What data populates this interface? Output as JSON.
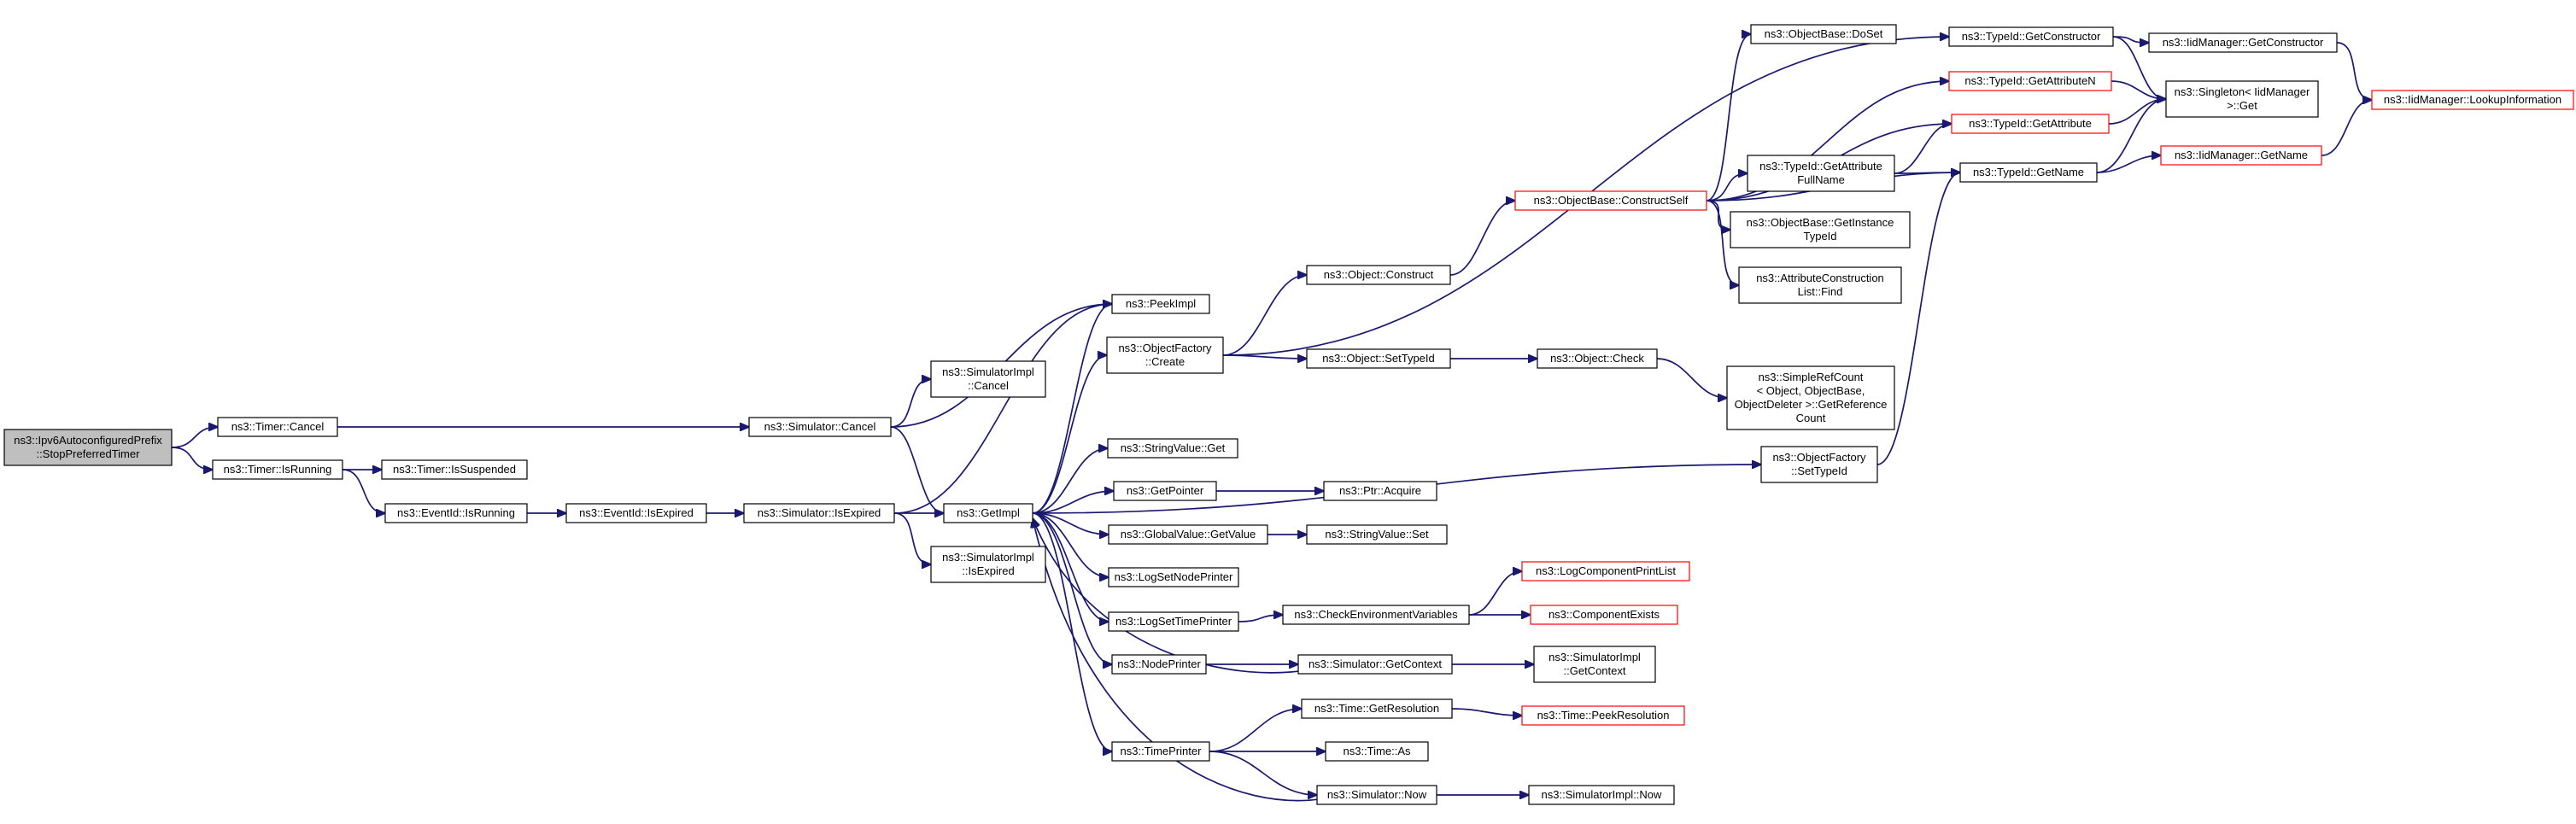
{
  "colors": {
    "edge": "#191970",
    "border_normal": "#000000",
    "border_truncated": "#ff0000",
    "fill_root": "#bfbfbf",
    "fill_node": "#ffffff"
  },
  "nodes": [
    {
      "id": "root",
      "lines": [
        "ns3::Ipv6AutoconfiguredPrefix",
        "::StopPreferredTimer"
      ],
      "kind": "root"
    },
    {
      "id": "timer_cancel",
      "lines": [
        "ns3::Timer::Cancel"
      ]
    },
    {
      "id": "timer_isrunning",
      "lines": [
        "ns3::Timer::IsRunning"
      ]
    },
    {
      "id": "timer_issuspended",
      "lines": [
        "ns3::Timer::IsSuspended"
      ]
    },
    {
      "id": "eventid_isrunning",
      "lines": [
        "ns3::EventId::IsRunning"
      ]
    },
    {
      "id": "eventid_isexpired",
      "lines": [
        "ns3::EventId::IsExpired"
      ]
    },
    {
      "id": "sim_cancel",
      "lines": [
        "ns3::Simulator::Cancel"
      ]
    },
    {
      "id": "sim_isexpired",
      "lines": [
        "ns3::Simulator::IsExpired"
      ]
    },
    {
      "id": "simimpl_cancel",
      "lines": [
        "ns3::SimulatorImpl",
        "::Cancel"
      ]
    },
    {
      "id": "simimpl_isexpired",
      "lines": [
        "ns3::SimulatorImpl",
        "::IsExpired"
      ]
    },
    {
      "id": "getimpl",
      "lines": [
        "ns3::GetImpl"
      ]
    },
    {
      "id": "peekimpl",
      "lines": [
        "ns3::PeekImpl"
      ]
    },
    {
      "id": "objfactory_create",
      "lines": [
        "ns3::ObjectFactory",
        "::Create"
      ]
    },
    {
      "id": "stringvalue_get",
      "lines": [
        "ns3::StringValue::Get"
      ]
    },
    {
      "id": "getpointer",
      "lines": [
        "ns3::GetPointer"
      ]
    },
    {
      "id": "globalvalue_getvalue",
      "lines": [
        "ns3::GlobalValue::GetValue"
      ]
    },
    {
      "id": "logsetnodeprinter",
      "lines": [
        "ns3::LogSetNodePrinter"
      ]
    },
    {
      "id": "logsettimeprinter",
      "lines": [
        "ns3::LogSetTimePrinter"
      ]
    },
    {
      "id": "nodeprinter",
      "lines": [
        "ns3::NodePrinter"
      ]
    },
    {
      "id": "timeprinter",
      "lines": [
        "ns3::TimePrinter"
      ]
    },
    {
      "id": "object_construct",
      "lines": [
        "ns3::Object::Construct"
      ]
    },
    {
      "id": "object_settypeid",
      "lines": [
        "ns3::Object::SetTypeId"
      ]
    },
    {
      "id": "object_check",
      "lines": [
        "ns3::Object::Check"
      ]
    },
    {
      "id": "objectbase_constructself",
      "lines": [
        "ns3::ObjectBase::ConstructSelf"
      ],
      "kind": "truncated"
    },
    {
      "id": "objectbase_doset",
      "lines": [
        "ns3::ObjectBase::DoSet"
      ]
    },
    {
      "id": "typeid_getattributefullname",
      "lines": [
        "ns3::TypeId::GetAttribute",
        "FullName"
      ]
    },
    {
      "id": "objectbase_getinstancetypeid",
      "lines": [
        "ns3::ObjectBase::GetInstance",
        "TypeId"
      ]
    },
    {
      "id": "attributeconstructionlist_find",
      "lines": [
        "ns3::AttributeConstruction",
        "List::Find"
      ]
    },
    {
      "id": "typeid_getconstructor",
      "lines": [
        "ns3::TypeId::GetConstructor"
      ]
    },
    {
      "id": "typeid_getattributen",
      "lines": [
        "ns3::TypeId::GetAttributeN"
      ],
      "kind": "truncated"
    },
    {
      "id": "typeid_getattribute",
      "lines": [
        "ns3::TypeId::GetAttribute"
      ],
      "kind": "truncated"
    },
    {
      "id": "typeid_getname",
      "lines": [
        "ns3::TypeId::GetName"
      ]
    },
    {
      "id": "iidmanager_getconstructor",
      "lines": [
        "ns3::IidManager::GetConstructor"
      ]
    },
    {
      "id": "singleton_get",
      "lines": [
        "ns3::Singleton< IidManager",
        " >::Get"
      ]
    },
    {
      "id": "iidmanager_getname",
      "lines": [
        "ns3::IidManager::GetName"
      ],
      "kind": "truncated"
    },
    {
      "id": "iidmanager_lookupinformation",
      "lines": [
        "ns3::IidManager::LookupInformation"
      ],
      "kind": "truncated"
    },
    {
      "id": "simplerefcount_getreferencecount",
      "lines": [
        "ns3::SimpleRefCount",
        "< Object, ObjectBase,",
        " ObjectDeleter >::GetReference",
        "Count"
      ]
    },
    {
      "id": "objfactory_settypeid",
      "lines": [
        "ns3::ObjectFactory",
        "::SetTypeId"
      ]
    },
    {
      "id": "ptr_acquire",
      "lines": [
        "ns3::Ptr::Acquire"
      ]
    },
    {
      "id": "stringvalue_set",
      "lines": [
        "ns3::StringValue::Set"
      ]
    },
    {
      "id": "checkenvironmentvariables",
      "lines": [
        "ns3::CheckEnvironmentVariables"
      ]
    },
    {
      "id": "logcomponentprintlist",
      "lines": [
        "ns3::LogComponentPrintList"
      ],
      "kind": "truncated"
    },
    {
      "id": "componentexists",
      "lines": [
        "ns3::ComponentExists"
      ],
      "kind": "truncated"
    },
    {
      "id": "sim_getcontext",
      "lines": [
        "ns3::Simulator::GetContext"
      ]
    },
    {
      "id": "simimpl_getcontext",
      "lines": [
        "ns3::SimulatorImpl",
        "::GetContext"
      ]
    },
    {
      "id": "time_getresolution",
      "lines": [
        "ns3::Time::GetResolution"
      ]
    },
    {
      "id": "time_peekresolution",
      "lines": [
        "ns3::Time::PeekResolution"
      ],
      "kind": "truncated"
    },
    {
      "id": "time_as",
      "lines": [
        "ns3::Time::As"
      ]
    },
    {
      "id": "sim_now",
      "lines": [
        "ns3::Simulator::Now"
      ]
    },
    {
      "id": "simimpl_now",
      "lines": [
        "ns3::SimulatorImpl::Now"
      ]
    }
  ],
  "edges": [
    [
      "root",
      "timer_cancel"
    ],
    [
      "root",
      "timer_isrunning"
    ],
    [
      "timer_cancel",
      "sim_cancel"
    ],
    [
      "timer_isrunning",
      "timer_issuspended"
    ],
    [
      "timer_isrunning",
      "eventid_isrunning"
    ],
    [
      "eventid_isrunning",
      "eventid_isexpired"
    ],
    [
      "eventid_isexpired",
      "sim_isexpired"
    ],
    [
      "sim_cancel",
      "simimpl_cancel"
    ],
    [
      "sim_cancel",
      "getimpl"
    ],
    [
      "sim_cancel",
      "peekimpl"
    ],
    [
      "sim_isexpired",
      "getimpl"
    ],
    [
      "sim_isexpired",
      "simimpl_isexpired"
    ],
    [
      "sim_isexpired",
      "peekimpl"
    ],
    [
      "getimpl",
      "peekimpl"
    ],
    [
      "getimpl",
      "objfactory_create"
    ],
    [
      "getimpl",
      "stringvalue_get"
    ],
    [
      "getimpl",
      "getpointer"
    ],
    [
      "getimpl",
      "globalvalue_getvalue"
    ],
    [
      "getimpl",
      "logsetnodeprinter"
    ],
    [
      "getimpl",
      "logsettimeprinter"
    ],
    [
      "getimpl",
      "nodeprinter"
    ],
    [
      "getimpl",
      "timeprinter"
    ],
    [
      "getimpl",
      "objfactory_settypeid"
    ],
    [
      "objfactory_create",
      "object_construct"
    ],
    [
      "objfactory_create",
      "object_settypeid"
    ],
    [
      "objfactory_create",
      "typeid_getconstructor"
    ],
    [
      "object_construct",
      "objectbase_constructself"
    ],
    [
      "object_settypeid",
      "object_check"
    ],
    [
      "object_check",
      "simplerefcount_getreferencecount"
    ],
    [
      "objectbase_constructself",
      "objectbase_doset"
    ],
    [
      "objectbase_constructself",
      "typeid_getattributen"
    ],
    [
      "objectbase_constructself",
      "typeid_getattribute"
    ],
    [
      "objectbase_constructself",
      "typeid_getattributefullname"
    ],
    [
      "objectbase_constructself",
      "objectbase_getinstancetypeid"
    ],
    [
      "objectbase_constructself",
      "attributeconstructionlist_find"
    ],
    [
      "objectbase_constructself",
      "typeid_getname"
    ],
    [
      "typeid_getattributefullname",
      "typeid_getattribute"
    ],
    [
      "typeid_getattributefullname",
      "typeid_getname"
    ],
    [
      "typeid_getconstructor",
      "iidmanager_getconstructor"
    ],
    [
      "typeid_getconstructor",
      "singleton_get"
    ],
    [
      "typeid_getattributen",
      "singleton_get"
    ],
    [
      "typeid_getattribute",
      "singleton_get"
    ],
    [
      "typeid_getname",
      "singleton_get"
    ],
    [
      "typeid_getname",
      "iidmanager_getname"
    ],
    [
      "iidmanager_getconstructor",
      "iidmanager_lookupinformation"
    ],
    [
      "iidmanager_getname",
      "iidmanager_lookupinformation"
    ],
    [
      "objfactory_settypeid",
      "typeid_getname"
    ],
    [
      "getpointer",
      "ptr_acquire"
    ],
    [
      "globalvalue_getvalue",
      "stringvalue_set"
    ],
    [
      "logsettimeprinter",
      "checkenvironmentvariables"
    ],
    [
      "checkenvironmentvariables",
      "logcomponentprintlist"
    ],
    [
      "checkenvironmentvariables",
      "componentexists"
    ],
    [
      "nodeprinter",
      "sim_getcontext"
    ],
    [
      "sim_getcontext",
      "getimpl"
    ],
    [
      "sim_getcontext",
      "simimpl_getcontext"
    ],
    [
      "timeprinter",
      "time_getresolution"
    ],
    [
      "timeprinter",
      "time_as"
    ],
    [
      "timeprinter",
      "sim_now"
    ],
    [
      "time_getresolution",
      "time_peekresolution"
    ],
    [
      "sim_now",
      "getimpl"
    ],
    [
      "sim_now",
      "simimpl_now"
    ]
  ]
}
